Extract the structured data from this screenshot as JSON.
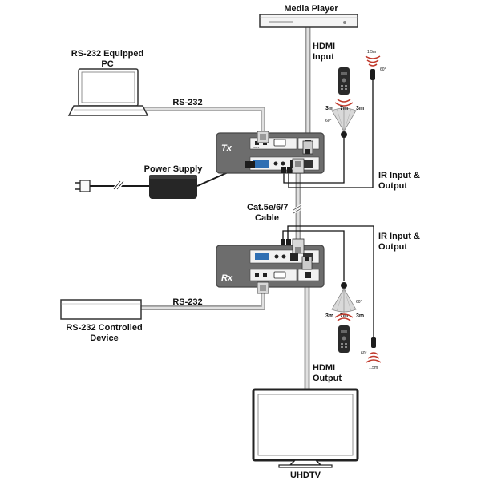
{
  "labels": {
    "media_player": "Media Player",
    "hdmi_input": [
      "HDMI",
      "Input"
    ],
    "rs232_pc": [
      "RS-232 Equipped",
      "PC"
    ],
    "rs232_top": "RS-232",
    "power_supply": "Power Supply",
    "tx": "Tx",
    "rx": "Rx",
    "ir_top": [
      "IR Input &",
      "Output"
    ],
    "ir_bottom": [
      "IR Input &",
      "Output"
    ],
    "cat_cable": [
      "Cat.5e/6/7",
      "Cable"
    ],
    "rs232_bottom": "RS-232",
    "rs232_device": [
      "RS-232 Controlled",
      "Device"
    ],
    "hdmi_output": [
      "HDMI",
      "Output"
    ],
    "uhdtv": "UHDTV"
  },
  "ir_ranges": {
    "top_3m_left": "3m",
    "top_7m": "7m",
    "top_3m_right": "3m",
    "top_angle": "60°",
    "bottom_3m_left": "3m",
    "bottom_7m": "7m",
    "bottom_3m_right": "3m",
    "bottom_angle": "60°",
    "emitter_top_dist": "1.5m",
    "emitter_top_angle": "60°",
    "emitter_bottom_dist": "1.5m",
    "emitter_bottom_angle": "60°"
  },
  "colors": {
    "device_body": "#6d6d6d",
    "device_edge": "#454545",
    "cable": "#bdbdbd",
    "wire": "#111111",
    "rs232_port": "#2f6fb3",
    "ir_wave": "#c0392b",
    "psu": "#262626"
  }
}
